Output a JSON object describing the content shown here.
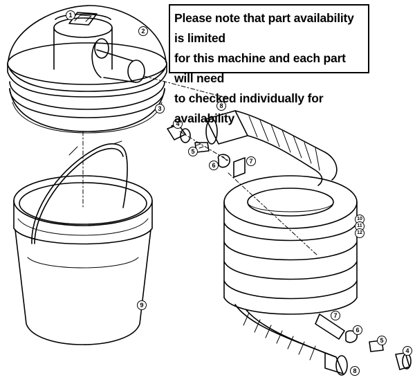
{
  "notice": {
    "lines": [
      "Please note that part availability is limited",
      "for this machine and each part will need",
      "to checked individually for availability"
    ]
  },
  "callouts": {
    "c1": "1",
    "c2": "2",
    "c3": "3",
    "c4a": "4",
    "c5a": "5",
    "c6a": "6",
    "c7a": "7",
    "c8a": "8",
    "c9": "9",
    "c10": "10",
    "c11": "11",
    "c12": "12",
    "c7b": "7",
    "c6b": "6",
    "c5b": "5",
    "c4b": "4",
    "c8b": "8"
  }
}
